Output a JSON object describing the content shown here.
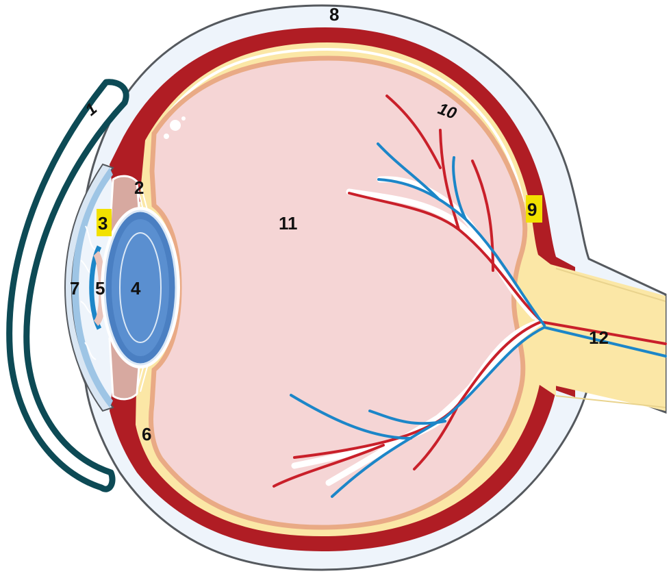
{
  "diagram": {
    "labels": {
      "l1": "1",
      "l2": "2",
      "l3": "3",
      "l4": "4",
      "l5": "5",
      "l6": "6",
      "l7": "7",
      "l8": "8",
      "l9": "9",
      "l10": "10",
      "l11": "11",
      "l12": "12"
    },
    "highlighted_labels": [
      "3",
      "9"
    ],
    "colors": {
      "sclera": "#eef4fb",
      "outline": "#55595e",
      "choroid": "#b01d24",
      "retina_yellow": "#fbe7a6",
      "vitreous": "#f5d5d5",
      "retina_edge": "#e9aa85",
      "lens": "#4a7fc2",
      "lens_ring": "#dbe8f6",
      "artery": "#c9202a",
      "vein": "#1c86c8",
      "eyelid": "#0d4a55",
      "cornea_blue": "#9ec5e5",
      "highlight": "#f2e100"
    }
  }
}
